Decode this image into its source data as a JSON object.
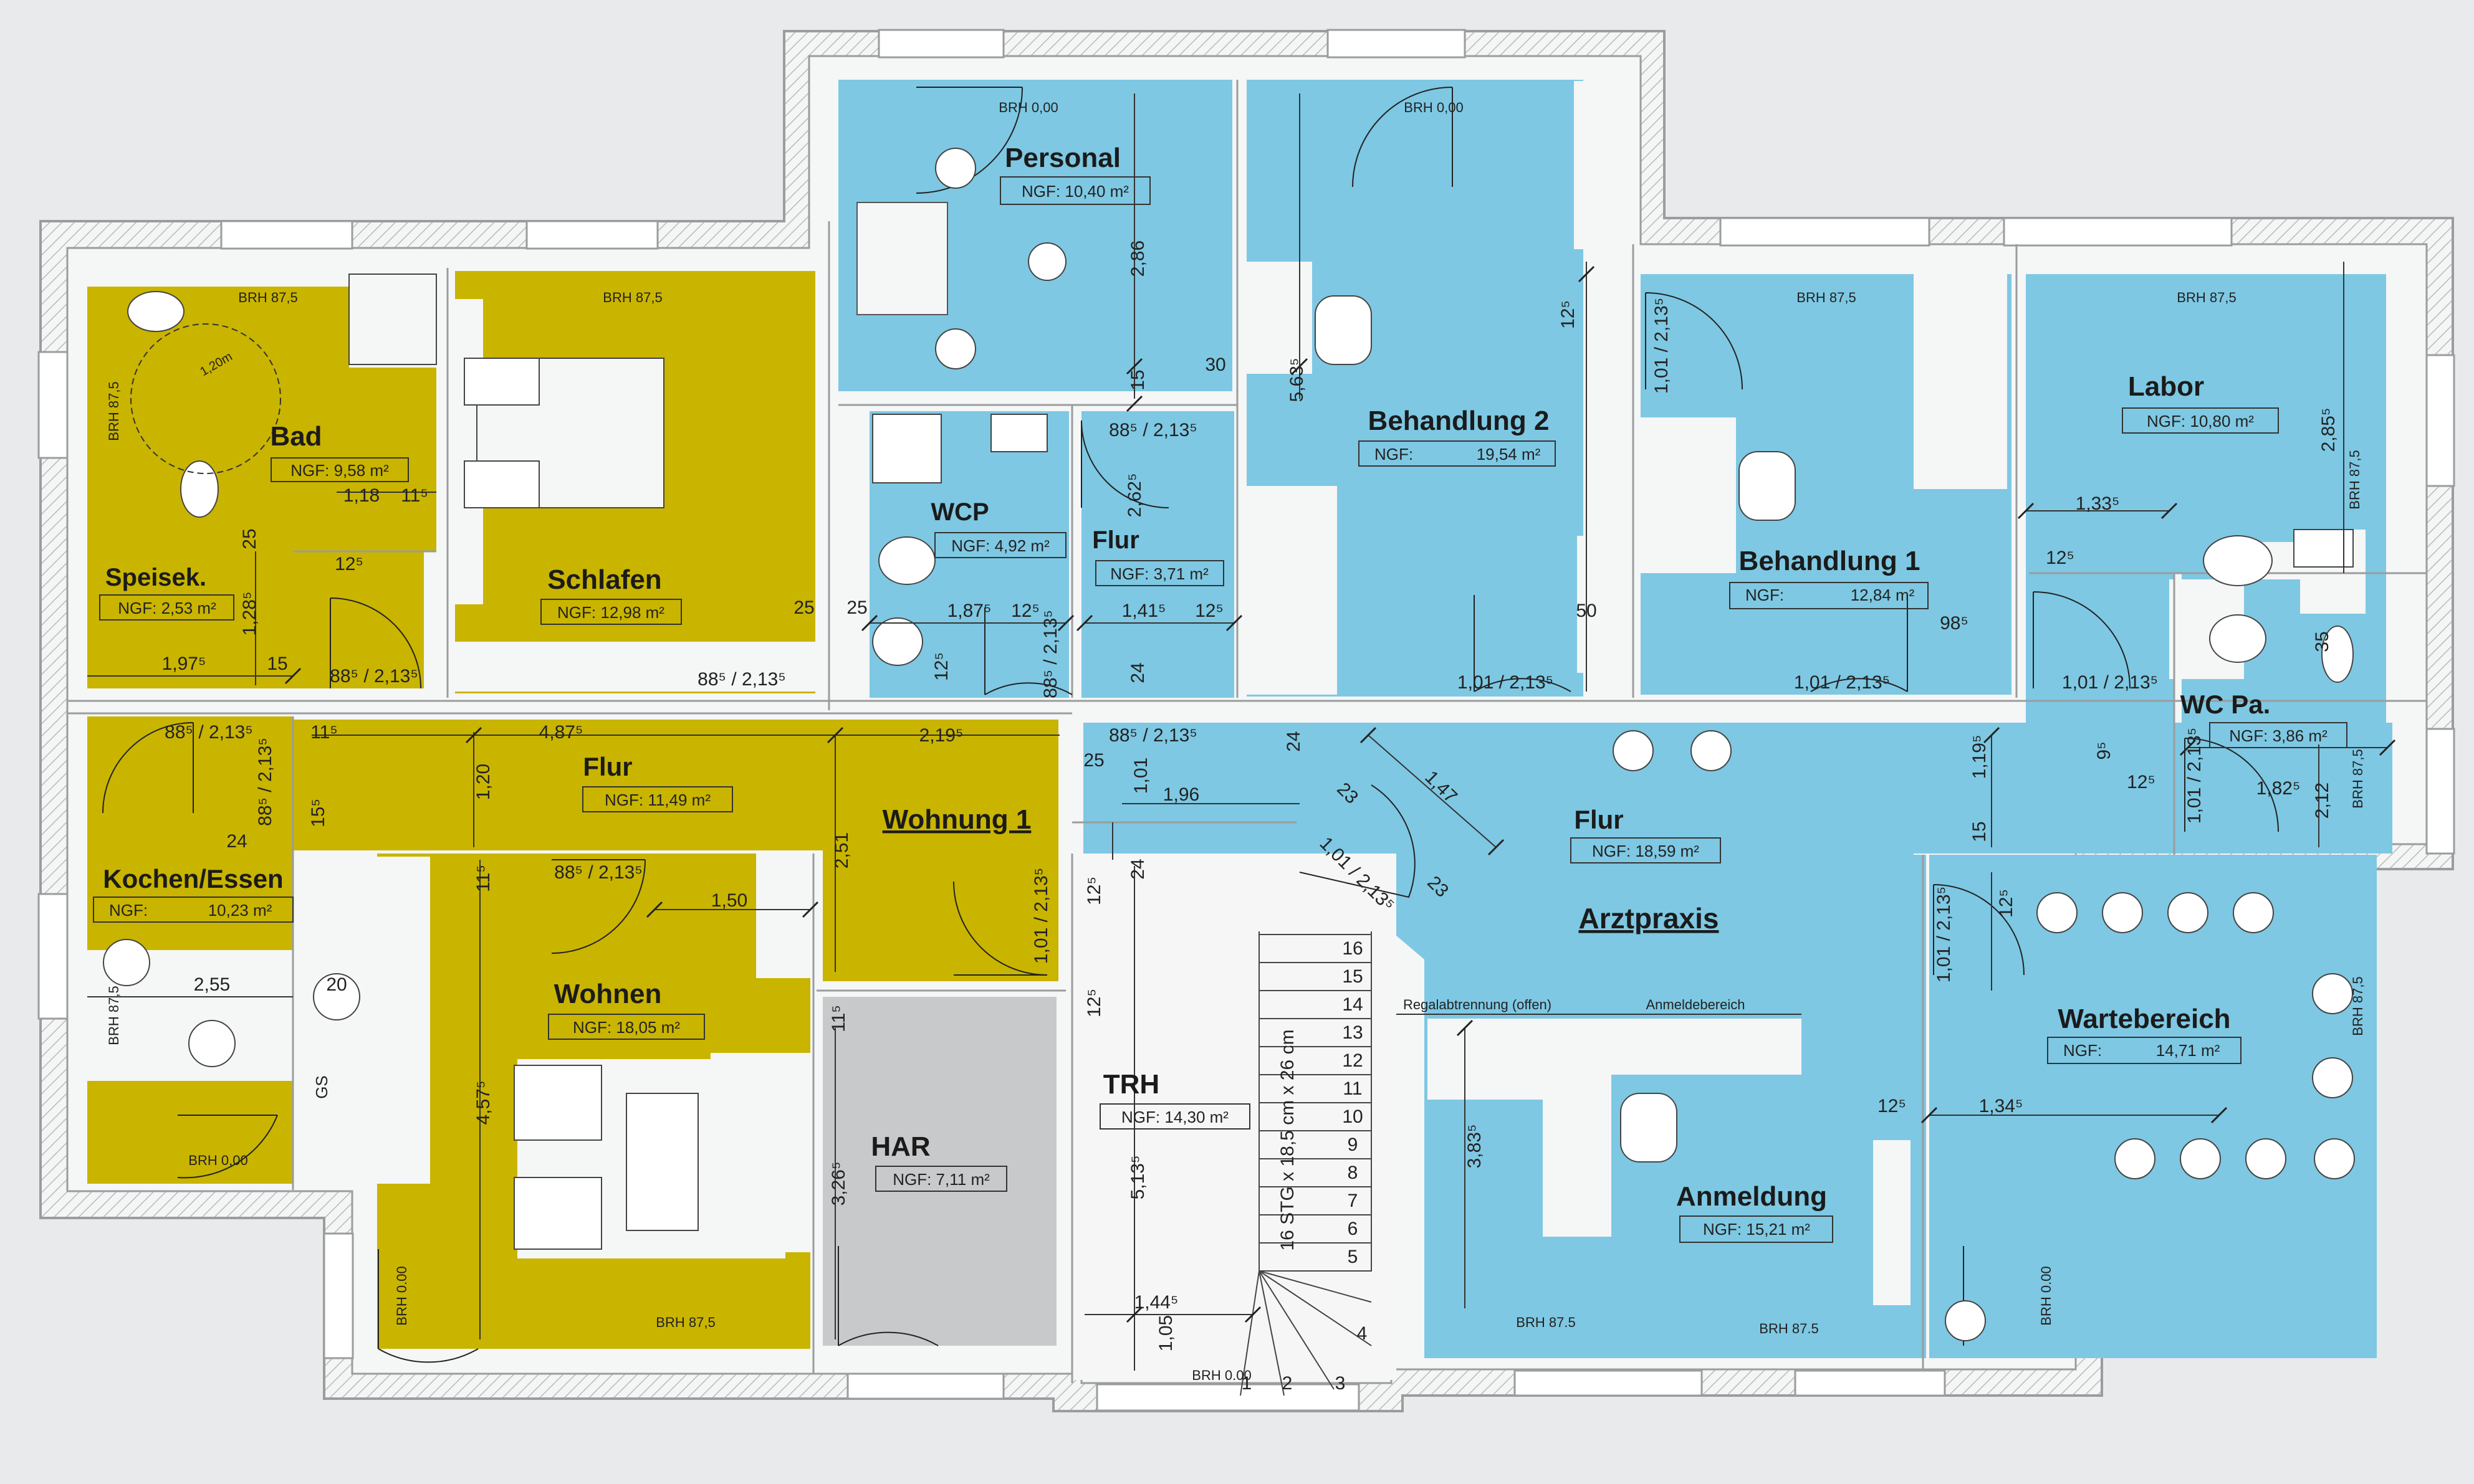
{
  "colors": {
    "wohnung": "#c9b400",
    "praxis": "#7ec8e3",
    "har": "#c8c9ca",
    "wall": "#f3f4f4",
    "paper": "#e9eaec"
  },
  "units": {
    "wohnung1": "Wohnung 1",
    "arztpraxis": "Arztpraxis"
  },
  "rooms": {
    "personal": {
      "name": "Personal",
      "area": "NGF: 10,40 m²"
    },
    "behandlung2": {
      "name": "Behandlung 2",
      "ngf": "NGF:",
      "area": "19,54 m²"
    },
    "behandlung1": {
      "name": "Behandlung 1",
      "ngf": "NGF:",
      "area": "12,84 m²"
    },
    "labor": {
      "name": "Labor",
      "area": "NGF: 10,80 m²"
    },
    "wcp": {
      "name": "WCP",
      "area": "NGF: 4,92 m²"
    },
    "flur_small": {
      "name": "Flur",
      "area": "NGF: 3,71 m²"
    },
    "wcpa": {
      "name": "WC Pa.",
      "area": "NGF: 3,86 m²"
    },
    "bad": {
      "name": "Bad",
      "area": "NGF: 9,58 m²"
    },
    "schlafen": {
      "name": "Schlafen",
      "area": "NGF: 12,98 m²"
    },
    "speisek": {
      "name": "Speisek.",
      "area": "NGF: 2,53 m²"
    },
    "flur_w": {
      "name": "Flur",
      "area": "NGF: 11,49 m²"
    },
    "kochen": {
      "name": "Kochen/Essen",
      "ngf": "NGF:",
      "area": "10,23 m²"
    },
    "wohnen": {
      "name": "Wohnen",
      "area": "NGF: 18,05 m²"
    },
    "har": {
      "name": "HAR",
      "area": "NGF: 7,11 m²"
    },
    "trh": {
      "name": "TRH",
      "area": "NGF: 14,30 m²"
    },
    "flur_p": {
      "name": "Flur",
      "area": "NGF: 18,59 m²"
    },
    "anmeldung": {
      "name": "Anmeldung",
      "area": "NGF: 15,21 m²"
    },
    "warte": {
      "name": "Wartebereich",
      "ngf": "NGF:",
      "area": "14,71 m²"
    }
  },
  "labels": {
    "brh000": "BRH 0,00",
    "brh875": "BRH 87,5",
    "brh875b": "BRH 87.5",
    "brh000b": "BRH 0.00",
    "regal": "Regalabtrennung (offen)",
    "anmeldebereich": "Anmeldebereich",
    "gs": "GS",
    "stair": "16 STG x 18,5 cm x 26 cm",
    "circle": "1,20m"
  },
  "dims": {
    "d286": "2,86",
    "d15a": "15",
    "d30": "30",
    "d5635": "5,63⁵",
    "d125a": "12⁵",
    "d1012135a": "1,01 / 2,13⁵",
    "d2855": "2,85⁵",
    "d1335": "1,33⁵",
    "d125b": "12⁵",
    "d985": "98⁵",
    "d50": "50",
    "d10121355": "1,01 / 2,13⁵",
    "d1012135c": "1,01 / 2,13⁵",
    "d1012135d": "1,01 / 2,13⁵",
    "d88521355a": "88⁵ / 2,13⁵",
    "d2625": "2,62⁵",
    "d1875": "1,87⁵",
    "d125c": "12⁵",
    "d1415": "1,41⁵",
    "d125d": "12⁵",
    "d885b": "88⁵ / 2,13⁵",
    "d24a": "24",
    "d125e": "12⁵",
    "d25a": "25",
    "d25b": "25",
    "d118": "1,18",
    "d115a": "11⁵",
    "d25c": "25",
    "d125f": "12⁵",
    "d1285": "1,28⁵",
    "d1975": "1,97⁵",
    "d15b": "15",
    "d885c": "88⁵ / 2,13⁵",
    "d885d": "88⁵ / 2,13⁵",
    "d885e": "88⁵ / 2,13⁵",
    "d115b": "11⁵",
    "d4875": "4,87⁵",
    "d2195": "2,19⁵",
    "d120": "1,20",
    "d885f": "88⁵ / 2,13⁵",
    "d155": "15⁵",
    "d24b": "24",
    "d115c": "11⁵",
    "d885g": "88⁵ / 2,13⁵",
    "d150": "1,50",
    "d251": "2,51",
    "d1012135e": "1,01 / 2,13⁵",
    "d255": "2,55",
    "d20": "20",
    "d4575": "4,57⁵",
    "d115d": "11⁵",
    "d3265": "3,26⁵",
    "d885h": "88⁵ / 2,13⁵",
    "d25d": "25",
    "d101": "1,01",
    "d196": "1,96",
    "d24c": "24",
    "d23a": "23",
    "d147": "1,47",
    "d23b": "23",
    "d1012135f": "1,01 / 2,13⁵",
    "d24d": "24",
    "d125g": "12⁵",
    "d125h": "12⁵",
    "d5135": "5,13⁵",
    "d1445": "1,44⁵",
    "d105": "1,05",
    "d1195": "1,19⁵",
    "d15c": "15",
    "d95": "9⁵",
    "d125i": "12⁵",
    "d1012135g": "1,01 / 2,13⁵",
    "d1825": "1,82⁵",
    "d212": "2,12",
    "d35": "35",
    "d1012135h": "1,01 / 2,13⁵",
    "d125j": "12⁵",
    "d125k": "12⁵",
    "d1345": "1,34⁵",
    "d3835": "3,83⁵"
  },
  "stair_numbers": [
    "16",
    "15",
    "14",
    "13",
    "12",
    "11",
    "10",
    "9",
    "8",
    "7",
    "6",
    "5",
    "4",
    "3",
    "2",
    "1"
  ]
}
